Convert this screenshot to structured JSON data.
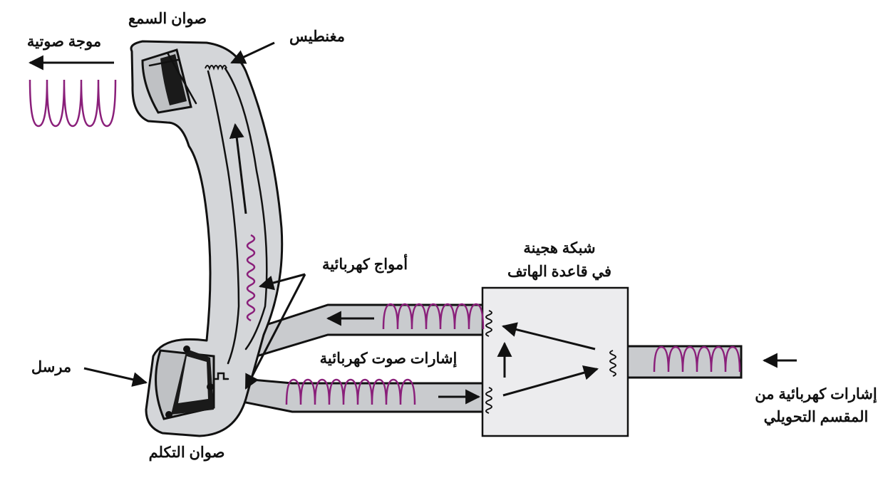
{
  "diagram": {
    "labels": {
      "receiver": "صوان السمع",
      "sound_wave": "موجة صوتية",
      "magnet": "مغنطيس",
      "electric_waves": "أمواج كهربائية",
      "hybrid_line1": "شبكة هجينة",
      "hybrid_line2": "في قاعدة الهاتف",
      "transmitter": "مرسل",
      "mouthpiece": "صوان التكلم",
      "voice_signals": "إشارات صوت كهربائية",
      "exchange_line1": "إشارات كهربائية من",
      "exchange_line2": "المقسم التحويلي"
    },
    "colors": {
      "handset_fill": "#d4d6d9",
      "hybrid_box_fill": "#ececee",
      "wave": "#8a1f7a",
      "outline": "#111111"
    }
  }
}
